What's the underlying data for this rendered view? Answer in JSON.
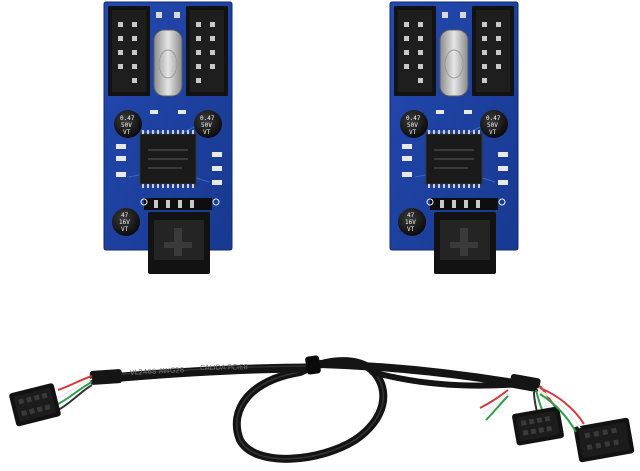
{
  "image": {
    "description_free": true
  },
  "boards": [
    {
      "caps": [
        {
          "lines": [
            "0.47",
            "50V",
            "VT"
          ]
        },
        {
          "lines": [
            "0.47",
            "50V",
            "VT"
          ]
        },
        {
          "lines": [
            "47",
            "16V",
            "VT"
          ]
        }
      ]
    },
    {
      "caps": [
        {
          "lines": [
            "0.47",
            "50V",
            "VT"
          ]
        },
        {
          "lines": [
            "0.47",
            "50V",
            "VT"
          ]
        },
        {
          "lines": [
            "47",
            "16V",
            "VT"
          ]
        }
      ]
    }
  ],
  "cable": {
    "print_left": "VL2468 AWG28",
    "print_mid": "CALIDA PCIE8"
  },
  "colors": {
    "pcb": "#1d3fa0",
    "pcb_dark": "#142e7c",
    "connector": "#111111",
    "cable": "#161616",
    "wire_red": "#d23a3a",
    "wire_white": "#eeeeee",
    "wire_green": "#2e9e4a"
  }
}
